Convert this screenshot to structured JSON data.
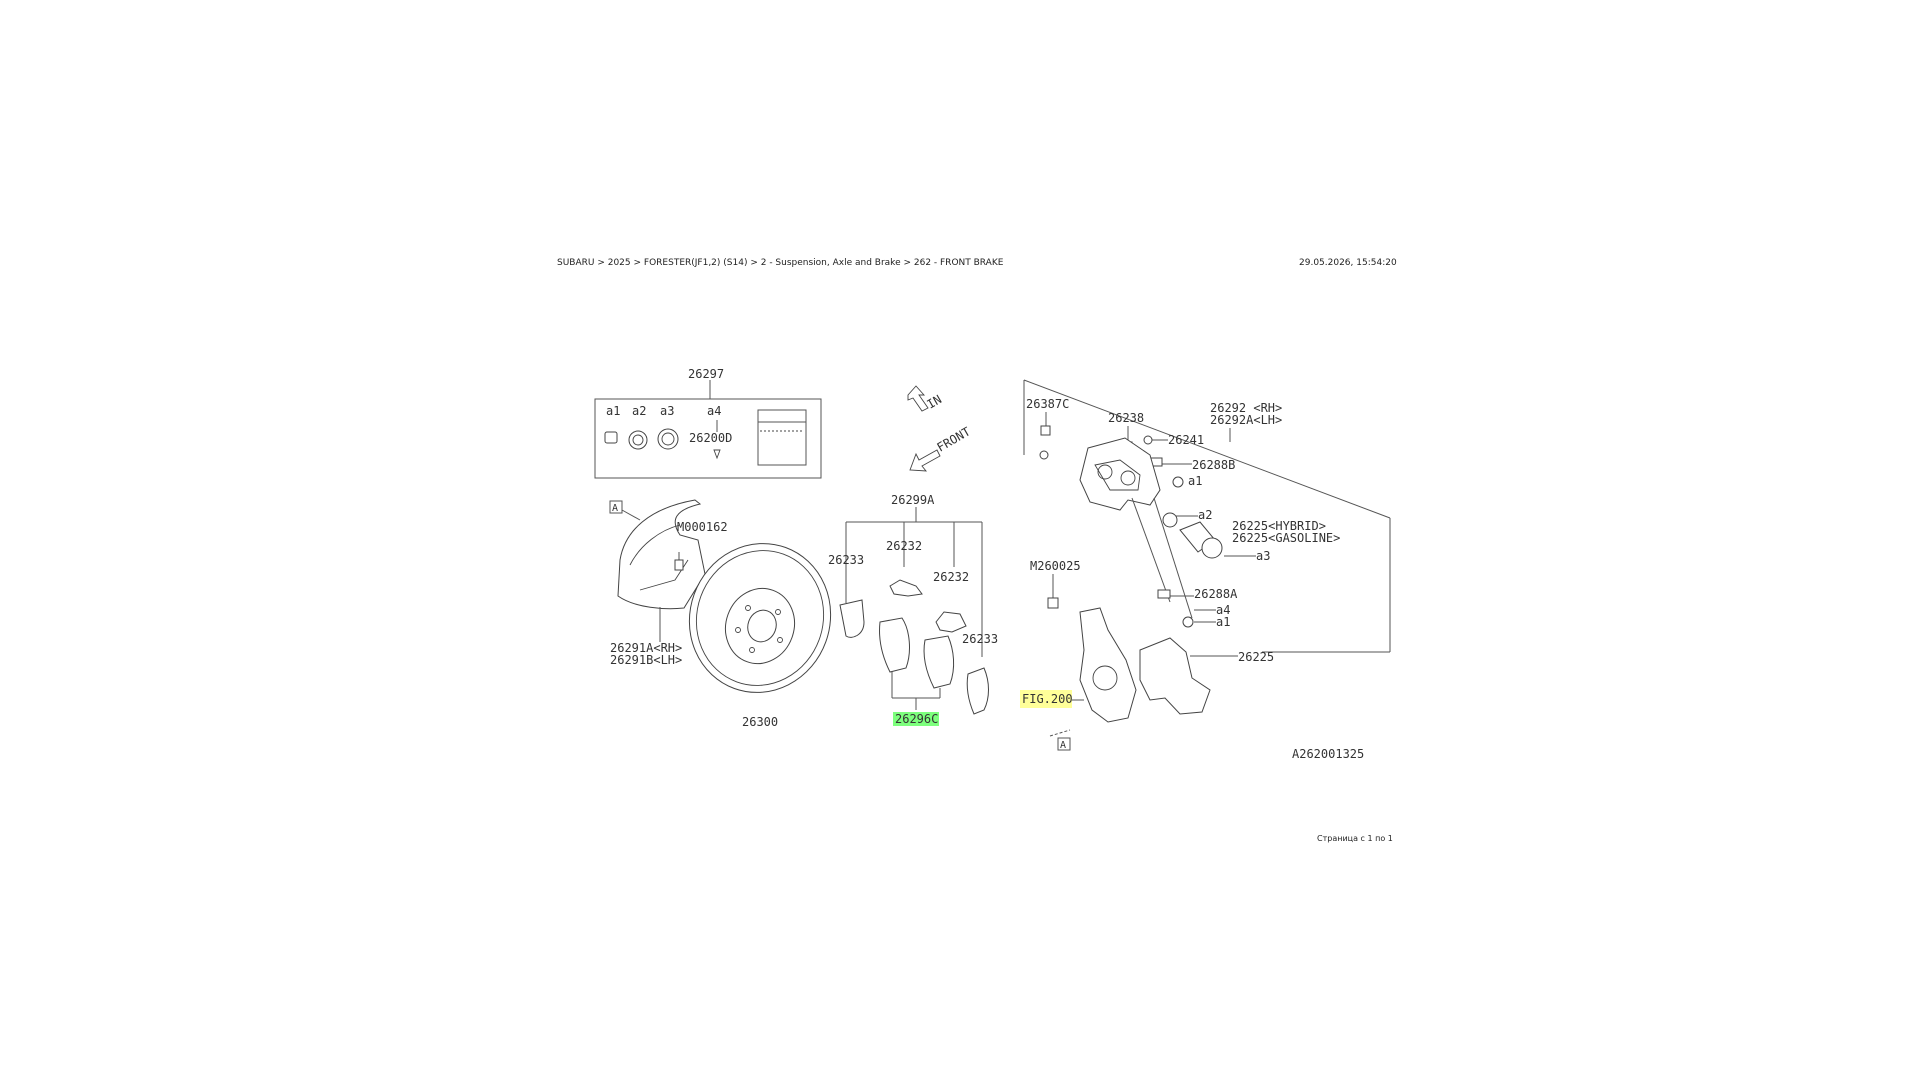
{
  "header": {
    "breadcrumb": "SUBARU > 2025 > FORESTER(JF1,2) (S14) > 2 - Suspension, Axle and Brake > 262 - FRONT BRAKE",
    "timestamp": "29.05.2026, 15:54:20"
  },
  "footer": {
    "page_counter": "Страница с 1 по 1"
  },
  "colors": {
    "highlight_yellow": "#ffff99",
    "highlight_green": "#7dff7d",
    "line": "#555555",
    "text": "#333333"
  },
  "diagram": {
    "labels": {
      "kit": "26297",
      "a1": "a1",
      "a2": "a2",
      "a3": "a3",
      "a4": "a4",
      "kit_part": "26200D",
      "pad_kit": "26299A",
      "shim_left": "26233",
      "spring": "26232",
      "clip": "26232",
      "shim_right": "26233",
      "pad_set": "26296C",
      "shield_marker": "A",
      "bolt_shield": "M000162",
      "shield_rh": "26291A<RH>",
      "shield_lh": "26291B<LH>",
      "rotor": "26300",
      "caliper_bolt_c": "26387C",
      "guide_pin": "26238",
      "caliper_rh": "26292 <RH>",
      "caliper_lh": "26292A<LH>",
      "bleeder": "26241",
      "boot_b": "26288B",
      "ref_a1_top": "a1",
      "ref_a2": "a2",
      "piston_hybrid": "26225<HYBRID>",
      "piston_gasoline": "26225<GASOLINE>",
      "ref_a3": "a3",
      "bolt_knuckle": "M260025",
      "boot_a": "26288A",
      "ref_a4": "a4",
      "ref_a1_bottom": "a1",
      "bracket": "26225",
      "fig_ref": "FIG.200",
      "knuckle_marker": "A",
      "drawing_code": "A262001325",
      "arrow_in": "IN",
      "arrow_front": "FRONT"
    }
  }
}
